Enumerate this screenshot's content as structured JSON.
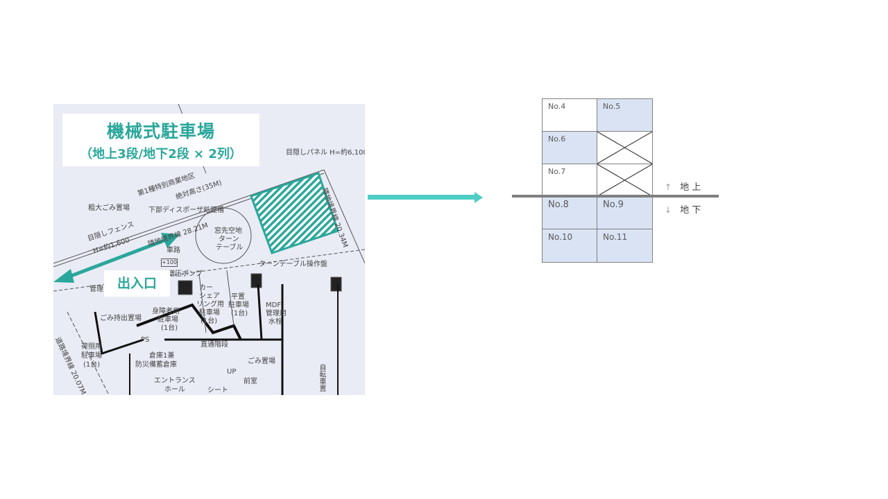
{
  "slide": {
    "floor_plan": {
      "title": "機械式駐車場",
      "subtitle": "（地上3段/地下2段 × 2列）",
      "entrance_label": "出入口",
      "accent_color": "#2aa79b",
      "plan_labels": [
        "目隠しパネル H=約6,100",
        "第1種特別商業地区",
        "絶対高さ(35M)",
        "下部ディスポーザ処理槽",
        "粗大ごみ置場",
        "目隠しフェンス",
        "H=約1,600",
        "隣地境界線 28.21M",
        "隣地境界線 20.34M",
        "窓先空地",
        "ターン",
        "テーブル",
        "車路",
        "+100",
        "増圧ポンプ",
        "ターンテーブル操作盤",
        "カー",
        "シェア",
        "リング用",
        "駐車場",
        "(1台)",
        "平置",
        "駐車場",
        "(1台)",
        "身障者用",
        "駐車場",
        "(1台)",
        "ごみ持出置場",
        "MDF",
        "管理用",
        "水栓",
        "直通階段",
        "倉庫1兼",
        "防災備蓄倉庫",
        "ごみ置場",
        "エントランス",
        "ホール",
        "荷捌用",
        "駐車場",
        "(1台)",
        "管理",
        "道路境界線 20.07M",
        "PS",
        "UP",
        "前室",
        "シート",
        "自転車置"
      ]
    },
    "diagram": {
      "cells": [
        {
          "label": "No.4",
          "filled": false
        },
        {
          "label": "No.5",
          "filled": true
        },
        {
          "label": "No.6",
          "filled": true
        },
        {
          "label": "",
          "filled": false,
          "crossed": true
        },
        {
          "label": "No.7",
          "filled": false
        },
        {
          "label": "",
          "filled": false,
          "crossed": true
        },
        {
          "label": "No.8",
          "filled": true
        },
        {
          "label": "No.9",
          "filled": true
        },
        {
          "label": "No.10",
          "filled": true
        },
        {
          "label": "No.11",
          "filled": true
        }
      ],
      "above_ground": {
        "arrow": "↑",
        "label": "地上"
      },
      "below_ground": {
        "arrow": "↓",
        "label": "地下"
      },
      "fill_color": "#dae3f3"
    },
    "arrow_color": "#4ecdc4"
  }
}
